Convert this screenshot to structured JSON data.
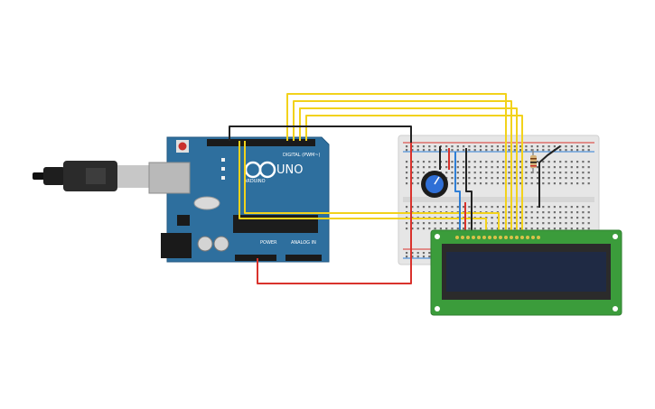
{
  "arduino": {
    "model_label": "UNO",
    "brand_label": "ARDUINO",
    "digital_label": "DIGITAL (PWM~)",
    "power_label": "POWER",
    "analog_label": "ANALOG IN",
    "color": "#2e6f9e"
  },
  "breadboard": {
    "color": "#e6e6e6"
  },
  "lcd": {
    "board_color": "#3b9c3b",
    "screen_color": "#1f2a44",
    "pin_count": 16
  },
  "wire_colors": {
    "signal": "#f2d21b",
    "ground": "#222222",
    "power": "#d9322c",
    "blue": "#2f7fd6"
  }
}
